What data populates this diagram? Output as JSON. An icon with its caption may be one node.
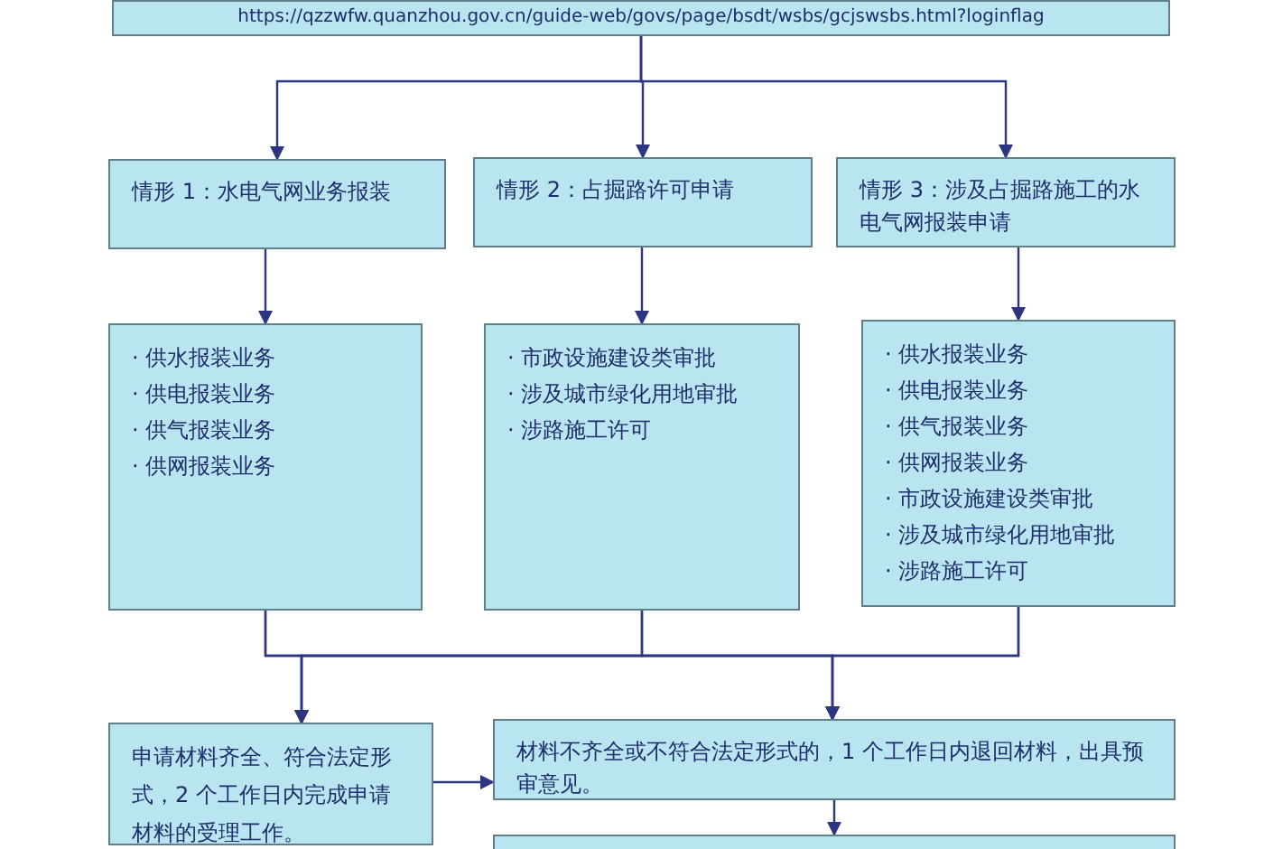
{
  "diagram": {
    "nodes": [
      {
        "text": [
          "https://qzzwfw.quanzhou.gov.cn/guide-web/govs/page/bsdt/wsbs/gcjswsbs.html?loginflag"
        ]
      },
      {
        "text": [
          "情形 1：水电气网业务报装"
        ]
      },
      {
        "text": [
          "情形 2：占掘路许可申请"
        ]
      },
      {
        "text": [
          "情形 3：涉及占掘路施工的水电气网报装申请"
        ]
      },
      {
        "text": [
          "· 供水报装业务",
          "· 供电报装业务",
          "· 供气报装业务",
          "· 供网报装业务"
        ]
      },
      {
        "text": [
          "· 市政设施建设类审批",
          "· 涉及城市绿化用地审批",
          "· 涉路施工许可"
        ]
      },
      {
        "text": [
          "· 供水报装业务",
          "· 供电报装业务",
          "· 供气报装业务",
          "· 供网报装业务",
          "· 市政设施建设类审批",
          "· 涉及城市绿化用地审批",
          "· 涉路施工许可"
        ]
      },
      {
        "text": [
          "申请材料齐全、符合法定形式，2 个工作日内完成申请材料的受理工作。"
        ]
      },
      {
        "text": [
          "材料不齐全或不符合法定形式的，1 个工作日内退回材料，出具预审意见。"
        ]
      },
      {
        "text": [],
        "shape": "box"
      }
    ],
    "edges": [
      {
        "from": 0,
        "to": 1,
        "arrow": "to"
      },
      {
        "from": 0,
        "to": 2,
        "arrow": "to"
      },
      {
        "from": 0,
        "to": 3,
        "arrow": "to"
      },
      {
        "from": 1,
        "to": 4,
        "arrow": "to"
      },
      {
        "from": 2,
        "to": 5,
        "arrow": "to"
      },
      {
        "from": 3,
        "to": 6,
        "arrow": "to"
      },
      {
        "from": 4,
        "to": 7,
        "arrow": "to"
      },
      {
        "from": 4,
        "to": 8,
        "arrow": "to"
      },
      {
        "from": 5,
        "to": 7,
        "arrow": "to"
      },
      {
        "from": 5,
        "to": 8,
        "arrow": "to"
      },
      {
        "from": 6,
        "to": 7,
        "arrow": "to"
      },
      {
        "from": 6,
        "to": 8,
        "arrow": "to"
      },
      {
        "from": 7,
        "to": 8,
        "arrow": "to"
      },
      {
        "from": 8,
        "to": 9,
        "arrow": "to"
      }
    ]
  }
}
